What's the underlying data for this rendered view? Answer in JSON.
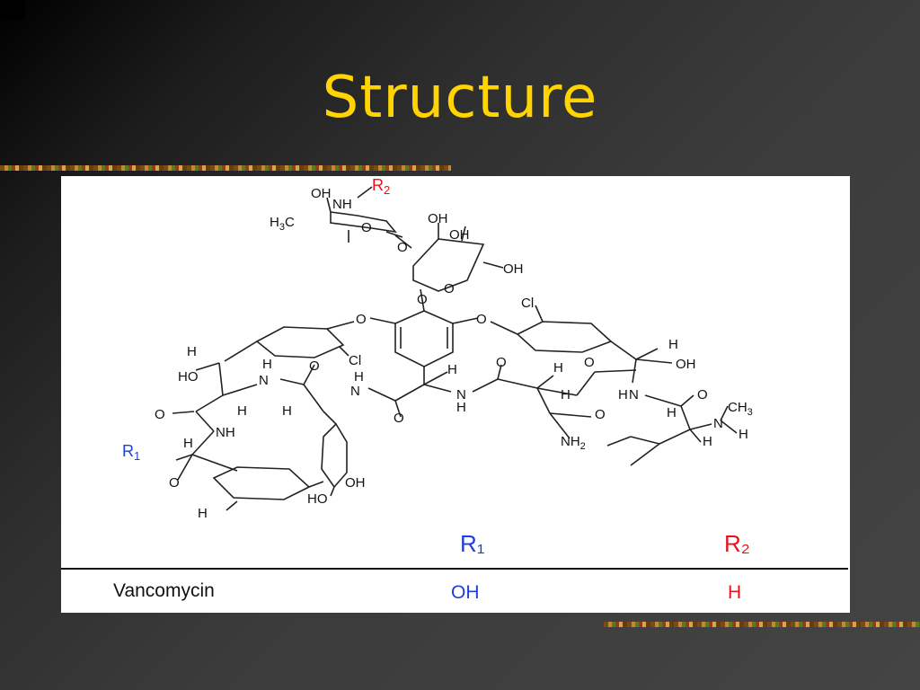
{
  "slide": {
    "title": "Structure"
  },
  "figure": {
    "structure_labels": {
      "r1": "R",
      "r1_sub": "1",
      "r2": "R",
      "r2_sub": "2",
      "oh": "OH",
      "nh": "NH",
      "h3c": "H",
      "h3c_sub": "3",
      "h3c_c": "C",
      "o": "O",
      "cl": "Cl",
      "h": "H",
      "ho": "HO",
      "n": "N",
      "ch3": "CH",
      "ch3_sub": "3",
      "nh2": "NH",
      "nh2_sub": "2"
    },
    "table": {
      "header_r1": "R₁",
      "header_r2": "R₂",
      "rows": [
        {
          "name": "Vancomycin",
          "r1": "OH",
          "r2": "H"
        }
      ]
    }
  },
  "colors": {
    "title": "#ffd400",
    "r1": "#1f3fd8",
    "r2": "#e8121b",
    "background_dark": "#000000",
    "background_light": "#444444"
  }
}
